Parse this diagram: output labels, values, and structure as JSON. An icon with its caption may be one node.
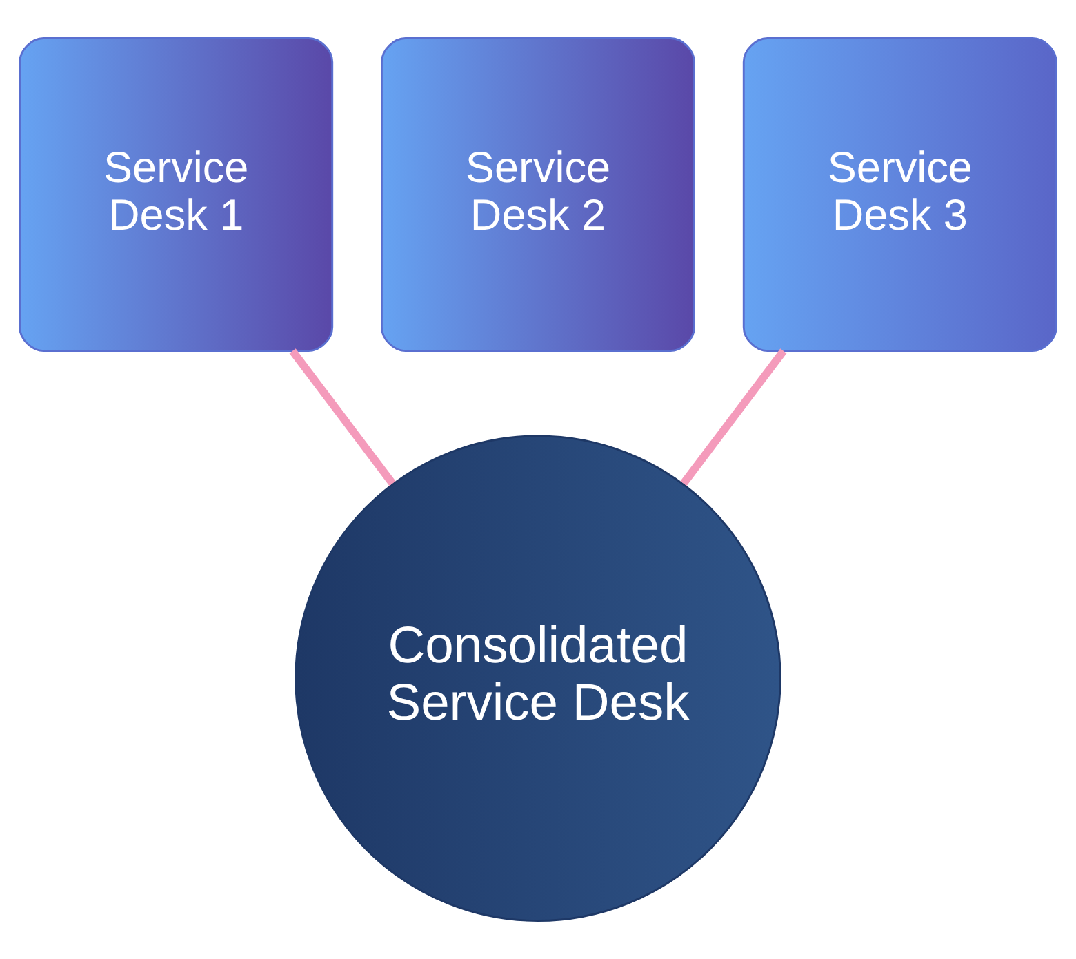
{
  "diagram": {
    "nodes": [
      {
        "text": [
          "Service Desk 1"
        ]
      },
      {
        "text": [
          "Service Desk 2"
        ]
      },
      {
        "text": [
          "Service Desk 3"
        ]
      },
      {
        "text": [
          "Consolidated Service Desk"
        ]
      }
    ],
    "edges": [
      {
        "from": 0,
        "to": 3,
        "arrow": "none"
      },
      {
        "from": 2,
        "to": 3,
        "arrow": "none"
      }
    ]
  }
}
